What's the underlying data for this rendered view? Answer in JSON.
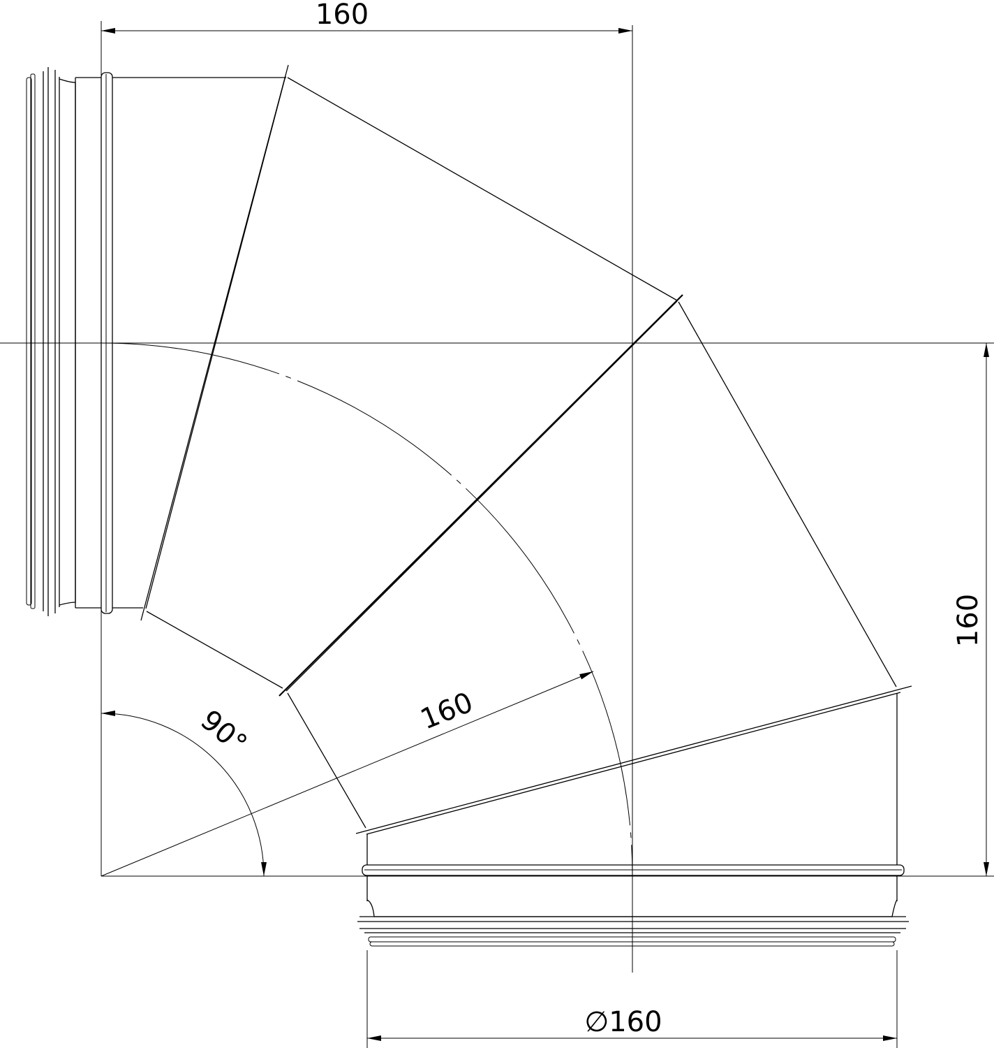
{
  "drawing": {
    "title": "",
    "dimensions": {
      "top_width": "160",
      "right_height": "160",
      "radius": "160",
      "angle": "90°",
      "diameter_symbol": "∅",
      "diameter_value": "160"
    }
  }
}
